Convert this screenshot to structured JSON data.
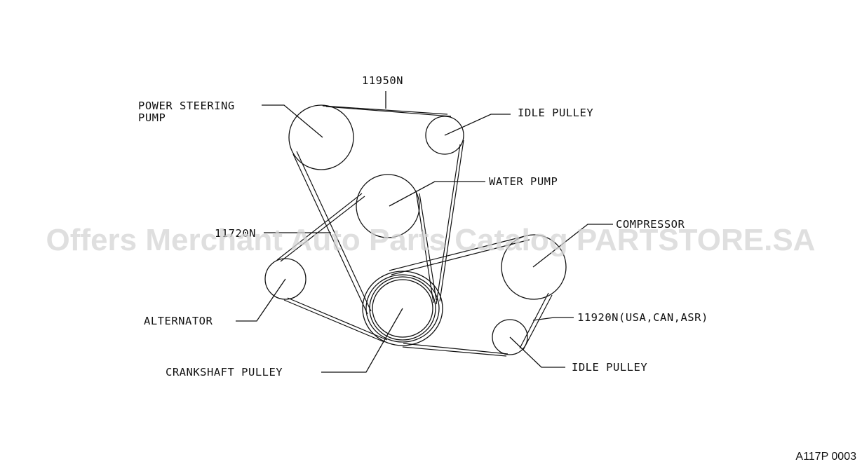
{
  "labels": {
    "belt_top": "11950N",
    "power_steering_line1": "POWER STEERING",
    "power_steering_line2": "PUMP",
    "idle_pulley_top": "IDLE PULLEY",
    "water_pump": "WATER PUMP",
    "belt_left": "11720N",
    "compressor": "COMPRESSOR",
    "alternator": "ALTERNATOR",
    "belt_right": "11920N(USA,CAN,ASR)",
    "idle_pulley_bottom": "IDLE PULLEY",
    "crankshaft_pulley": "CRANKSHAFT PULLEY"
  },
  "watermark": "Offers Merchant Auto Parts Catalog PARTSTORE.SA",
  "reference_code": "A117P 0003"
}
